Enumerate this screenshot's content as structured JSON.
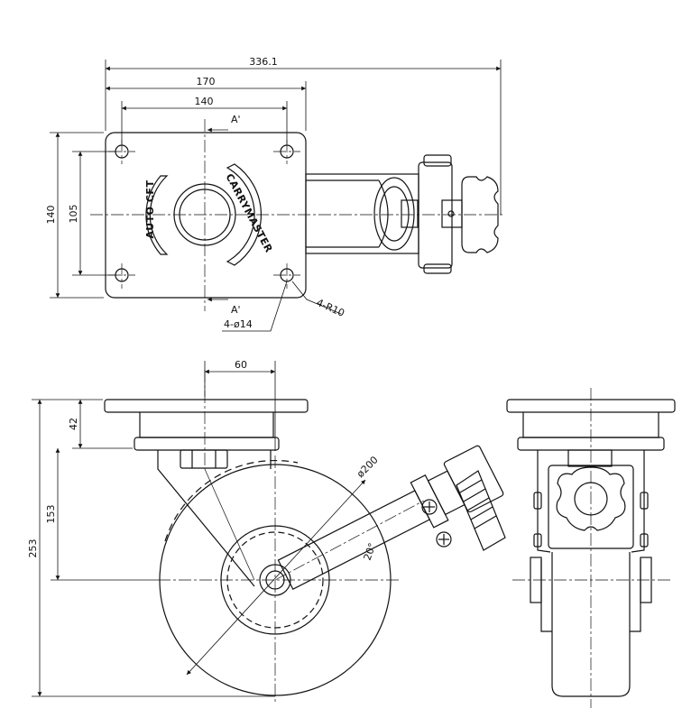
{
  "dimensions": {
    "overall_width": "336.1",
    "plate_width": "170",
    "hole_spacing_x": "140",
    "plate_height": "140",
    "hole_spacing_y": "105",
    "holes": "4-ø14",
    "corner_radius": "4-R10",
    "section_mark_top": "A'",
    "section_mark_bottom": "A'",
    "offset": "60",
    "total_height": "253",
    "mount_height": "42",
    "axle_height": "153",
    "wheel_diameter": "ø200",
    "angle": "20°"
  },
  "logos": {
    "left": "AUTO CFT",
    "right": "CARRYMASTER"
  },
  "colors": {
    "line": "#111111",
    "centerline": "#111111",
    "background": "#ffffff"
  }
}
